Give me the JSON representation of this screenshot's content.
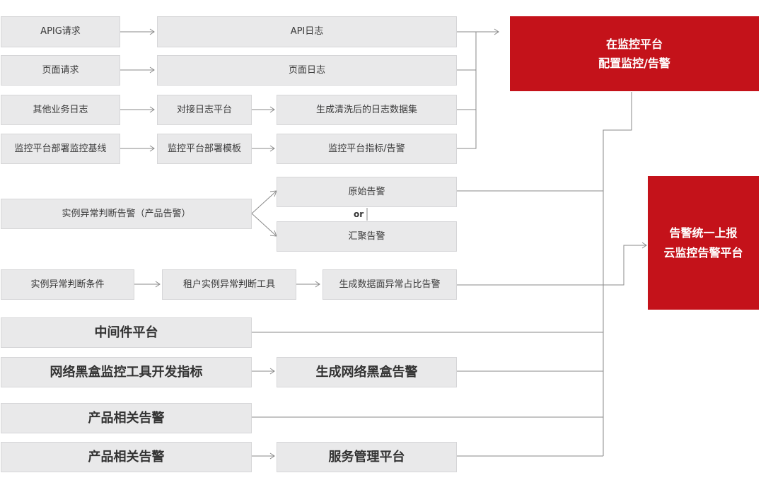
{
  "left": {
    "apig": "APIG请求",
    "page": "页面请求",
    "biz_log": "其他业务日志",
    "baseline": "监控平台部署监控基线",
    "instance_alert": "实例异常判断告警（产品告警）",
    "instance_cond": "实例异常判断条件",
    "middleware": "中间件平台",
    "blackbox_tool": "网络黑盒监控工具开发指标",
    "product_alert_1": "产品相关告警",
    "product_alert_2": "产品相关告警"
  },
  "mid": {
    "api_log": "API日志",
    "page_log": "页面日志",
    "log_platform": "对接日志平台",
    "cleaned_logs": "生成清洗后的日志数据集",
    "deploy_template": "监控平台部署模板",
    "metrics_alert": "监控平台指标/告警",
    "raw_alert": "原始告警",
    "or": "or",
    "agg_alert": "汇聚告警",
    "tenant_tool": "租户实例异常判断工具",
    "ratio_alert": "生成数据面异常占比告警",
    "blackbox_alert": "生成网络黑盒告警",
    "service_platform": "服务管理平台"
  },
  "right": {
    "monitor_line1": "在监控平台",
    "monitor_line2": "配置监控/告警",
    "report_line1": "告警统一上报",
    "report_line2": "云监控告警平台"
  },
  "colors": {
    "red": "#c4121a",
    "box": "#e9e9ea",
    "line": "#8a8a8a"
  }
}
